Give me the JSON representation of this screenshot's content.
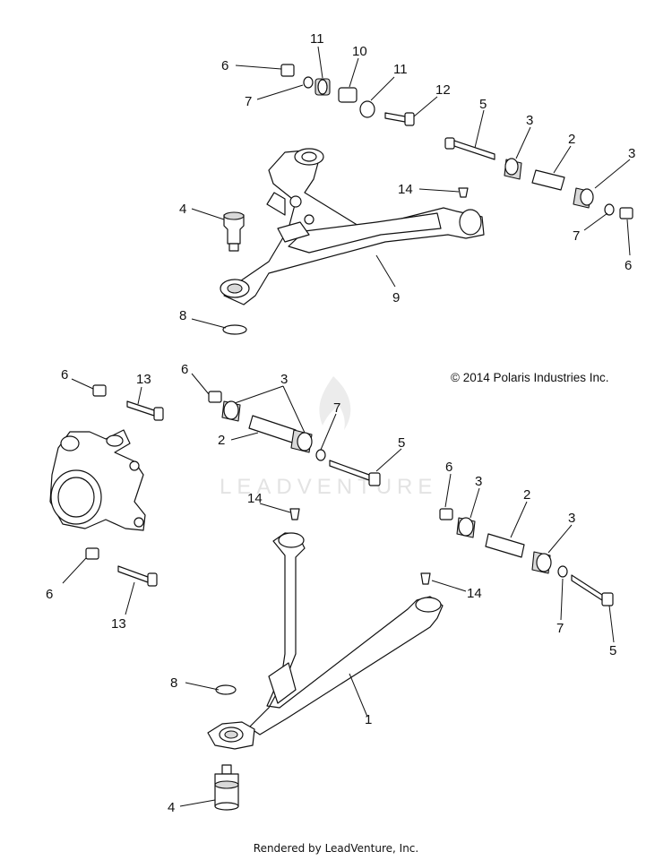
{
  "copyright": "© 2014 Polaris Industries Inc.",
  "watermark": "LEADVENTURE",
  "footer": "Rendered by LeadVenture, Inc.",
  "callouts": {
    "upper_6a": "6",
    "upper_7a": "7",
    "upper_11a": "11",
    "upper_10": "10",
    "upper_11b": "11",
    "upper_12": "12",
    "upper_5": "5",
    "upper_3a": "3",
    "upper_2": "2",
    "upper_3b": "3",
    "upper_7b": "7",
    "upper_6b": "6",
    "upper_14": "14",
    "upper_4": "4",
    "upper_9": "9",
    "upper_8": "8",
    "mid_6a": "6",
    "mid_13a": "13",
    "mid_6b": "6",
    "mid_3": "3",
    "mid_2": "2",
    "mid_7": "7",
    "mid_5": "5",
    "mid_14": "14",
    "mid_6c": "6",
    "mid_13b": "13",
    "right_6": "6",
    "right_3a": "3",
    "right_2": "2",
    "right_3b": "3",
    "right_7": "7",
    "right_5": "5",
    "right_14": "14",
    "lower_8": "8",
    "lower_1": "1",
    "lower_4": "4"
  },
  "colors": {
    "line": "#111111",
    "shade": "#d9d9d9",
    "watermark": "#e3e3e3"
  }
}
